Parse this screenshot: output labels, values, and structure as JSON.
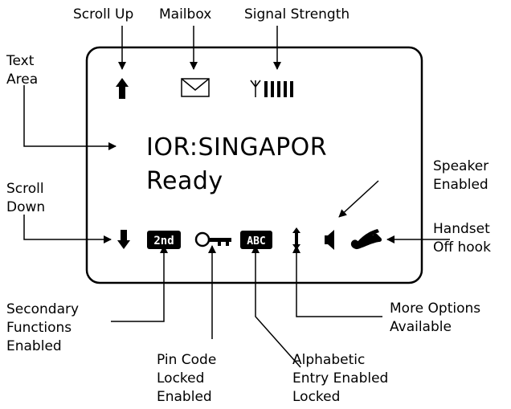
{
  "labels": {
    "scroll_up": "Scroll Up",
    "mailbox": "Mailbox",
    "signal_strength": "Signal Strength",
    "text_area": [
      "Text",
      "Area"
    ],
    "scroll_down": [
      "Scroll",
      "Down"
    ],
    "speaker_enabled": [
      "Speaker",
      "Enabled"
    ],
    "handset_off_hook": [
      "Handset",
      "Off hook"
    ],
    "secondary_functions": [
      "Secondary",
      "Functions",
      "Enabled"
    ],
    "pin_code": [
      "Pin Code",
      "Locked",
      "Enabled"
    ],
    "alphabetic_entry": [
      "Alphabetic",
      "Entry Enabled",
      "Locked"
    ],
    "more_options": [
      "More Options",
      "Available"
    ]
  },
  "display": {
    "line1": "IOR:SINGAPOR",
    "line2": "Ready",
    "chip_2nd": "2nd",
    "chip_abc": "ABC"
  },
  "icons": [
    "scroll-up-icon",
    "mailbox-icon",
    "signal-strength-icon",
    "scroll-down-icon",
    "secondary-functions-icon",
    "key-icon",
    "alphabetic-entry-icon",
    "more-options-icon",
    "speaker-icon",
    "handset-icon"
  ]
}
